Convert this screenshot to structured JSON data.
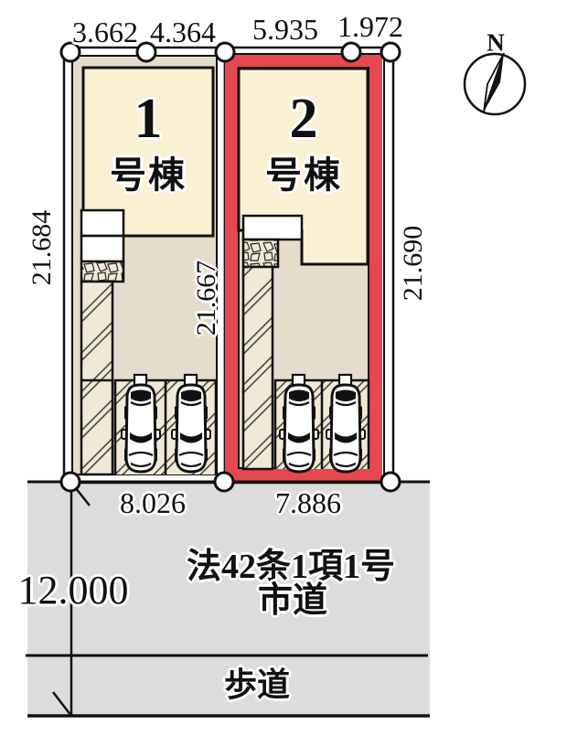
{
  "compass": {
    "label": "N"
  },
  "dimensions": {
    "top": [
      "3.662",
      "4.364",
      "5.935",
      "1.972"
    ],
    "bottom": [
      "8.026",
      "7.886"
    ],
    "left_side": "21.684",
    "lot1_inner": "21.667",
    "right_side": "21.690",
    "road_width": "12.000"
  },
  "lots": [
    {
      "number": "1",
      "suffix": "号棟"
    },
    {
      "number": "2",
      "suffix": "号棟"
    }
  ],
  "road": {
    "name_line1": "法42条1項1号",
    "name_line2": "市道",
    "sidewalk": "歩道"
  },
  "colors": {
    "highlight_red": "#e74850",
    "building_cream": "#faf1d5",
    "ground_tan": "#e5dccb",
    "road_gray": "#dcdcdc",
    "line_black": "#111111"
  }
}
